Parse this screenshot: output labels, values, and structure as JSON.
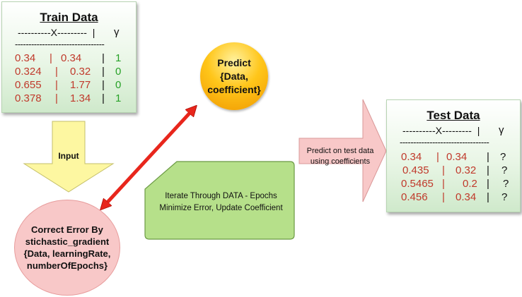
{
  "train_data": {
    "title": "Train Data",
    "header_x": "----------X---------  |",
    "header_y": "γ",
    "divider": "---------------------------------",
    "rows": [
      {
        "x1": "0.34",
        "sep1": "|",
        "x2": "0.34",
        "sep2": "|",
        "y": "1"
      },
      {
        "x1": "0.324",
        "sep1": "|",
        "x2": "0.32",
        "sep2": "|",
        "y": "0"
      },
      {
        "x1": "0.655",
        "sep1": "|",
        "x2": "1.77",
        "sep2": "|",
        "y": "0"
      },
      {
        "x1": "0.378",
        "sep1": "|",
        "x2": "1.34",
        "sep2": "|",
        "y": "1"
      }
    ]
  },
  "test_data": {
    "title": "Test Data",
    "header_x": "----------X---------  |",
    "header_y": "γ",
    "divider": "---------------------------------",
    "rows": [
      {
        "x1": "0.34",
        "sep1": "|",
        "x2": "0.34",
        "sep2": "|",
        "y": "?"
      },
      {
        "x1": "0.435",
        "sep1": "|",
        "x2": "0.32",
        "sep2": "|",
        "y": "?"
      },
      {
        "x1": "0.5465",
        "sep1": "|",
        "x2": "0.2",
        "sep2": "|",
        "y": "?"
      },
      {
        "x1": "0.456",
        "sep1": "|",
        "x2": "0.34",
        "sep2": "|",
        "y": "?"
      }
    ]
  },
  "input_arrow": {
    "label": "Input"
  },
  "predict_circle": {
    "line1": "Predict",
    "line2": "{Data,",
    "line3": "coefficient}"
  },
  "correct_circle": {
    "line1": "Correct Error By",
    "line2": "stichastic_gradient",
    "line3": "{Data, learningRate,",
    "line4": "numberOfEpochs}"
  },
  "predict_arrow": {
    "line1": "Predict on test data",
    "line2": "using coefficients"
  },
  "iterate_box": {
    "line1": "Iterate Through DATA - Epochs",
    "line2": "Minimize Error, Update Coefficient"
  },
  "colors": {
    "value_red": "#c0392b",
    "label_green": "#27a127",
    "arrow_red": "#e8261c",
    "input_arrow_yellow": "#fdf7a1",
    "predict_arrow_pink": "#f8c8c8",
    "iterate_box_green": "#b6e08a",
    "predict_circle_orange": "#ffc61a",
    "correct_circle_pink": "#f8c8c8"
  }
}
